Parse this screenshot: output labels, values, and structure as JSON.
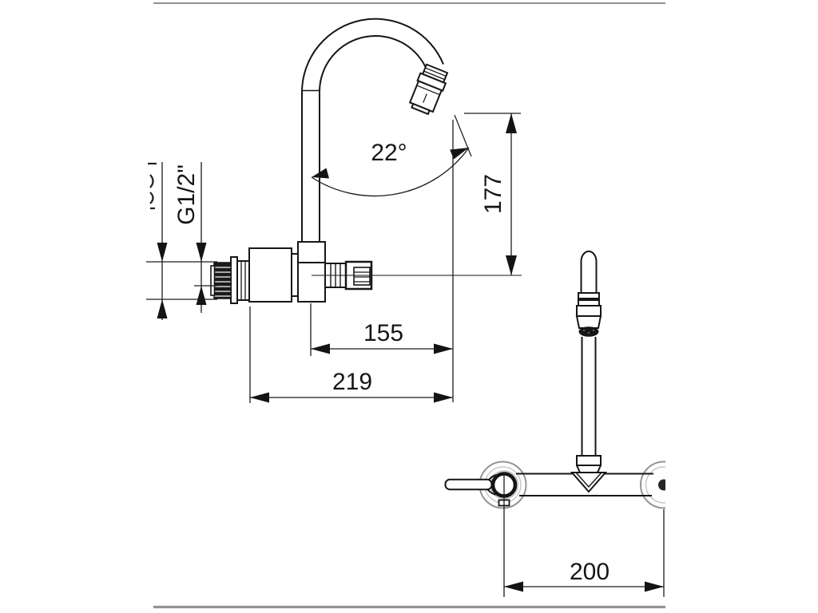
{
  "drawing": {
    "subject": "Wall-mounted faucet with gooseneck swivel spout",
    "style": "black-line technical drawing on white, two views (side elevation and front elevation)",
    "dimensions": {
      "spout_angle": "22°",
      "spout_height": "177",
      "spout_reach": "155",
      "overall_depth": "219",
      "connection_centers": "200",
      "inlet_thread": "G1/2\""
    }
  }
}
